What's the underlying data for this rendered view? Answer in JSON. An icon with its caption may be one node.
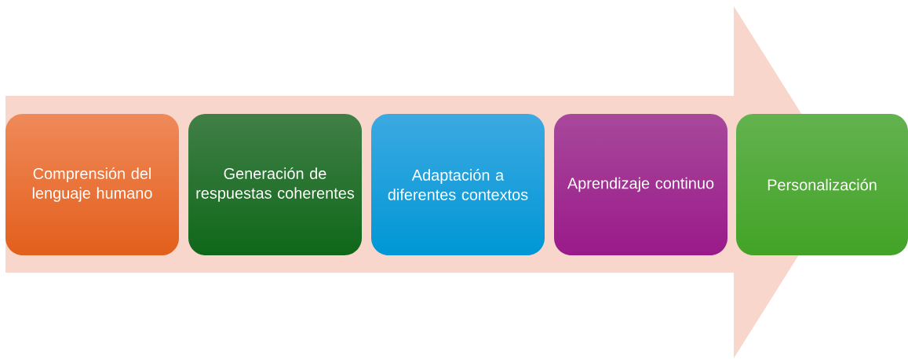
{
  "diagram": {
    "nodes": [
      {
        "text": [
          "Comprensión del lenguaje humano"
        ]
      },
      {
        "text": [
          "Generación de respuestas coherentes"
        ]
      },
      {
        "text": [
          "Adaptación a diferentes contextos"
        ]
      },
      {
        "text": [
          "Aprendizaje continuo"
        ]
      },
      {
        "text": [
          "Personalización"
        ]
      }
    ]
  }
}
